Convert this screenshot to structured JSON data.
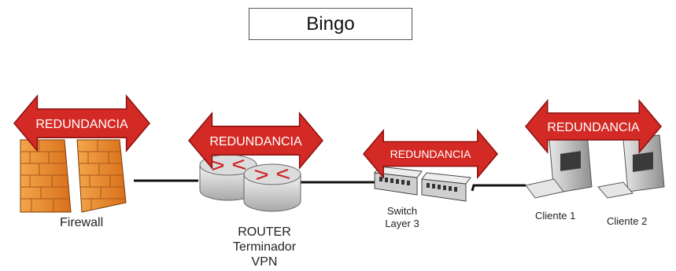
{
  "title": "Bingo",
  "arrow_label": "REDUNDANCIA",
  "devices": {
    "firewall": "Firewall",
    "router": [
      "ROUTER",
      "Terminador",
      "VPN"
    ],
    "switch": [
      "Switch",
      "Layer 3"
    ],
    "client1": "Cliente 1",
    "client2": "Cliente 2"
  },
  "colors": {
    "arrow_fill": "#d42a25",
    "arrow_stroke": "#8a1010",
    "brick": "#e98a2e",
    "link": "#111111"
  },
  "icons": [
    "firewall-icon",
    "router-icon",
    "switch-icon",
    "computer-icon"
  ]
}
